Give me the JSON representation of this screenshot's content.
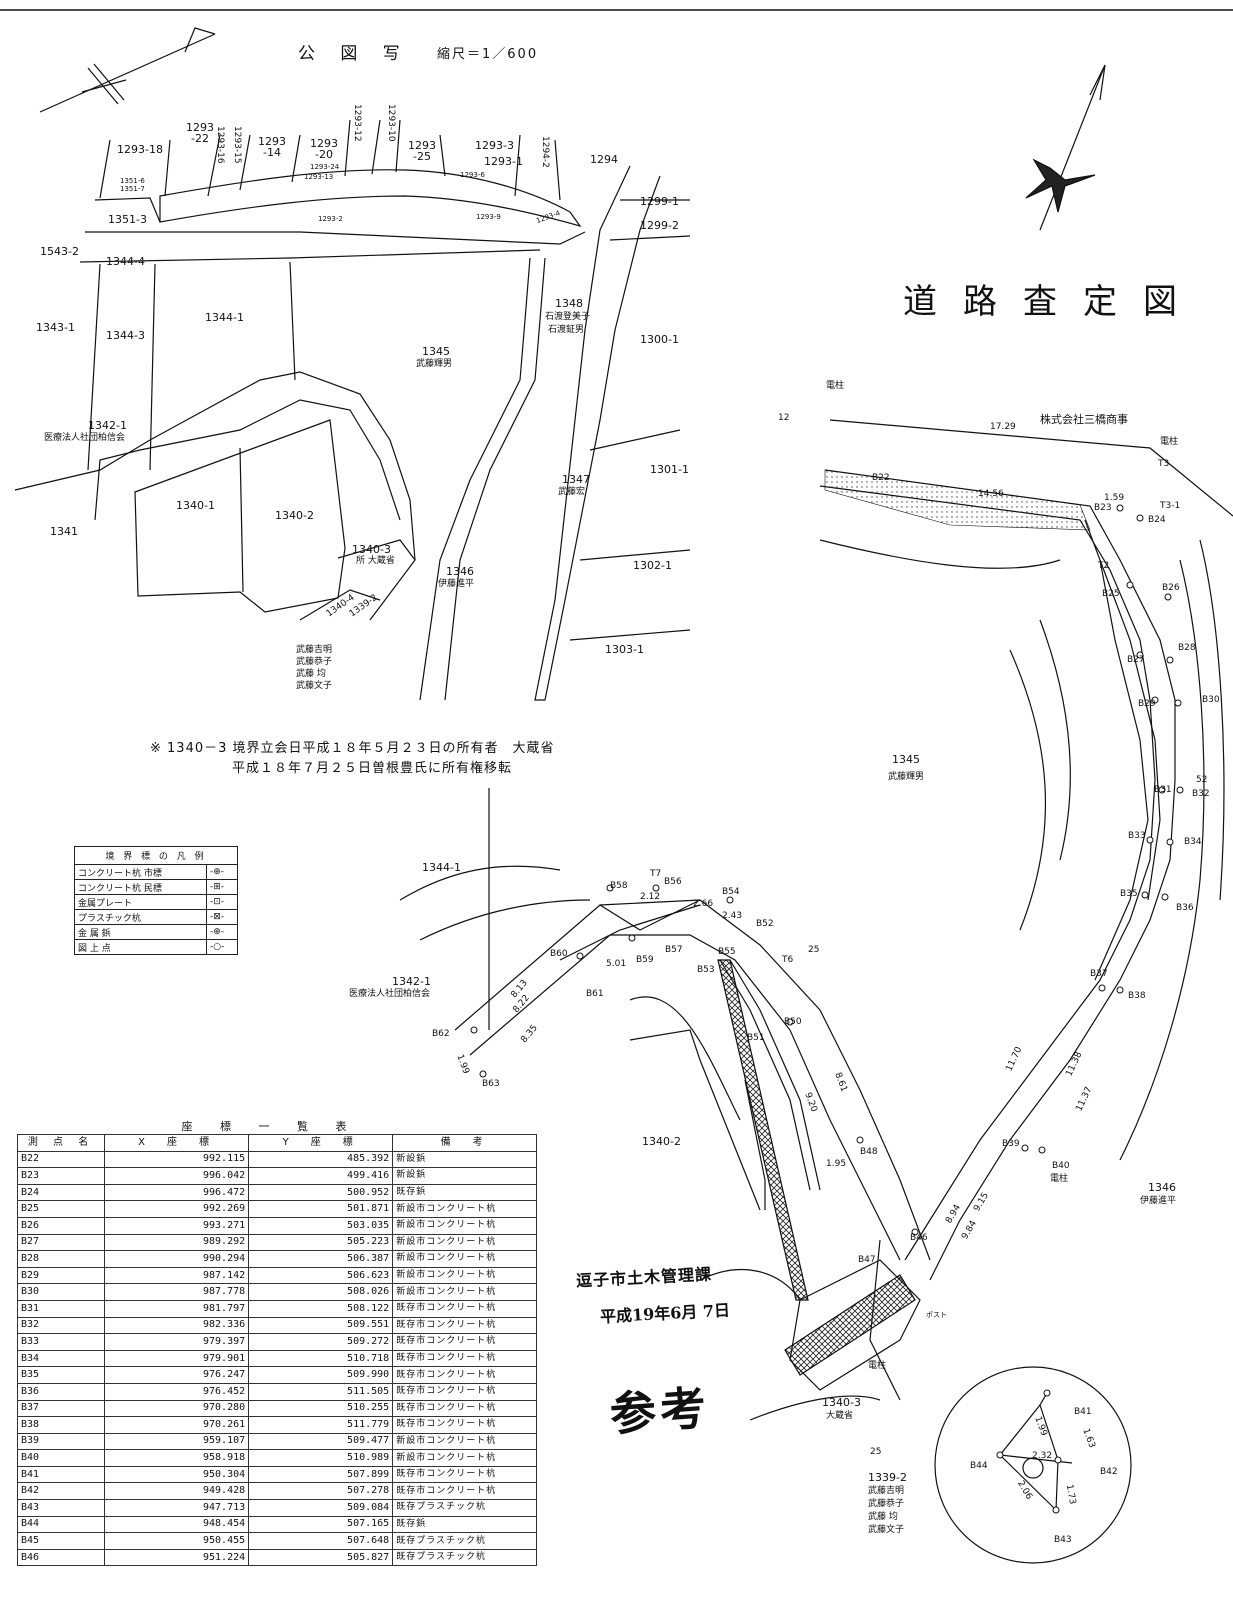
{
  "cadastral_title": "公 図 写",
  "cadastral_scale": "縮尺＝1／600",
  "road_title": "道路査定図",
  "note_line1": "※ 1340－3 境界立会日平成１８年５月２３日の所有者　大蔵省",
  "note_line2": "平成１８年７月２５日曽根豊氏に所有権移転",
  "cadastral_labels": [
    {
      "text": "1293-18"
    },
    {
      "text": "1293\n-22"
    },
    {
      "text": "1293-16"
    },
    {
      "text": "1293-15"
    },
    {
      "text": "1293\n-14"
    },
    {
      "text": "1293\n-20"
    },
    {
      "text": "1293-12"
    },
    {
      "text": "1293-10"
    },
    {
      "text": "1293\n-25"
    },
    {
      "text": "1293-3"
    },
    {
      "text": "1293-1"
    },
    {
      "text": "1294-2"
    },
    {
      "text": "1294"
    },
    {
      "text": "1299-1"
    },
    {
      "text": "1299-2"
    },
    {
      "text": "1351-3"
    },
    {
      "text": "1543-2"
    },
    {
      "text": "1344-4"
    },
    {
      "text": "1344-1"
    },
    {
      "text": "1343-1"
    },
    {
      "text": "1344-3"
    },
    {
      "text": "1348"
    },
    {
      "text": "石渡登美子"
    },
    {
      "text": "石渡鉦男"
    },
    {
      "text": "1300-1"
    },
    {
      "text": "1345"
    },
    {
      "text": "武藤輝男"
    },
    {
      "text": "1342-1"
    },
    {
      "text": "医療法人社団柏信会"
    },
    {
      "text": "1347"
    },
    {
      "text": "武藤宏"
    },
    {
      "text": "1301-1"
    },
    {
      "text": "1340-1"
    },
    {
      "text": "1340-2"
    },
    {
      "text": "1341"
    },
    {
      "text": "1340-3"
    },
    {
      "text": "所 大蔵省"
    },
    {
      "text": "1346"
    },
    {
      "text": "伊藤進平"
    },
    {
      "text": "1302-1"
    },
    {
      "text": "1340-4"
    },
    {
      "text": "1339-2"
    },
    {
      "text": "武藤吉明"
    },
    {
      "text": "武藤恭子"
    },
    {
      "text": "武藤 均"
    },
    {
      "text": "武藤文子"
    },
    {
      "text": "1303-1"
    },
    {
      "text": "1351-6"
    },
    {
      "text": "1351-7"
    },
    {
      "text": "1293-24"
    },
    {
      "text": "1293-13"
    },
    {
      "text": "1293-2"
    },
    {
      "text": "1293-9"
    },
    {
      "text": "1293-6"
    },
    {
      "text": "1293-4"
    }
  ],
  "survey_labels": [
    {
      "text": "電柱"
    },
    {
      "text": "株式会社三橋商事"
    },
    {
      "text": "17.29"
    },
    {
      "text": "電柱"
    },
    {
      "text": "T3"
    },
    {
      "text": "T3-1"
    },
    {
      "text": "B22"
    },
    {
      "text": "14.56"
    },
    {
      "text": "B23"
    },
    {
      "text": "B24"
    },
    {
      "text": "1.59"
    },
    {
      "text": "T2"
    },
    {
      "text": "12"
    },
    {
      "text": "B25"
    },
    {
      "text": "B26"
    },
    {
      "text": "B27"
    },
    {
      "text": "B28"
    },
    {
      "text": "B29"
    },
    {
      "text": "B30"
    },
    {
      "text": "1345"
    },
    {
      "text": "武藤輝男"
    },
    {
      "text": "B31"
    },
    {
      "text": "B32"
    },
    {
      "text": "52"
    },
    {
      "text": "B33"
    },
    {
      "text": "B34"
    },
    {
      "text": "B35"
    },
    {
      "text": "B36"
    },
    {
      "text": "B37"
    },
    {
      "text": "B38"
    },
    {
      "text": "1344-1"
    },
    {
      "text": "B58"
    },
    {
      "text": "T7"
    },
    {
      "text": "B56"
    },
    {
      "text": "B54"
    },
    {
      "text": "B52"
    },
    {
      "text": "2.12"
    },
    {
      "text": "2.66"
    },
    {
      "text": "2.43"
    },
    {
      "text": "T6"
    },
    {
      "text": "B60"
    },
    {
      "text": "B59"
    },
    {
      "text": "B57"
    },
    {
      "text": "B55"
    },
    {
      "text": "B53"
    },
    {
      "text": "B61"
    },
    {
      "text": "5.01"
    },
    {
      "text": "1342-1"
    },
    {
      "text": "医療法人社団柏信会"
    },
    {
      "text": "B62"
    },
    {
      "text": "B63"
    },
    {
      "text": "8.13"
    },
    {
      "text": "8.22"
    },
    {
      "text": "8.35"
    },
    {
      "text": "1.99"
    },
    {
      "text": "B50"
    },
    {
      "text": "B51"
    },
    {
      "text": "8.61"
    },
    {
      "text": "9.20"
    },
    {
      "text": "11.70"
    },
    {
      "text": "11.38"
    },
    {
      "text": "11.37"
    },
    {
      "text": "1340-2"
    },
    {
      "text": "B39"
    },
    {
      "text": "B40"
    },
    {
      "text": "電柱"
    },
    {
      "text": "1346"
    },
    {
      "text": "伊藤進平"
    },
    {
      "text": "B48"
    },
    {
      "text": "1.95"
    },
    {
      "text": "B46"
    },
    {
      "text": "B47"
    },
    {
      "text": "9.84"
    },
    {
      "text": "9.15"
    },
    {
      "text": "8.94"
    },
    {
      "text": "1340-3"
    },
    {
      "text": "大蔵省"
    },
    {
      "text": "1339-2"
    },
    {
      "text": "武藤吉明"
    },
    {
      "text": "武藤恭子"
    },
    {
      "text": "武藤 均"
    },
    {
      "text": "武藤文子"
    },
    {
      "text": "B41"
    },
    {
      "text": "B42"
    },
    {
      "text": "B43"
    },
    {
      "text": "B44"
    },
    {
      "text": "1.99"
    },
    {
      "text": "1.63"
    },
    {
      "text": "2.32"
    },
    {
      "text": "2.06"
    },
    {
      "text": "1.73"
    },
    {
      "text": "25"
    },
    {
      "text": "25"
    },
    {
      "text": "ポスト"
    },
    {
      "text": "電柱"
    }
  ],
  "legend": {
    "title": "境 界 標 の 凡 例",
    "rows": [
      {
        "label": "コンクリート杭 市標",
        "symbol": "-⊕-"
      },
      {
        "label": "コンクリート杭 民標",
        "symbol": "-⊞-"
      },
      {
        "label": "金属プレート",
        "symbol": "-⊡-"
      },
      {
        "label": "プラスチック杭",
        "symbol": "-⊠-"
      },
      {
        "label": "金 属 鋲",
        "symbol": "-⊕-"
      },
      {
        "label": "図 上 点",
        "symbol": "-○-"
      }
    ]
  },
  "coord_table": {
    "caption": "座 標 一 覧 表",
    "headers": [
      "測 点 名",
      "X　座　標",
      "Y　座　標",
      "備　考"
    ],
    "rows": [
      [
        "B22",
        "992.115",
        "485.392",
        "新設鋲"
      ],
      [
        "B23",
        "996.042",
        "499.416",
        "新設鋲"
      ],
      [
        "B24",
        "996.472",
        "500.952",
        "既存鋲"
      ],
      [
        "B25",
        "992.269",
        "501.871",
        "新設市コンクリート杭"
      ],
      [
        "B26",
        "993.271",
        "503.035",
        "新設市コンクリート杭"
      ],
      [
        "B27",
        "989.292",
        "505.223",
        "新設市コンクリート杭"
      ],
      [
        "B28",
        "990.294",
        "506.387",
        "新設市コンクリート杭"
      ],
      [
        "B29",
        "987.142",
        "506.623",
        "新設市コンクリート杭"
      ],
      [
        "B30",
        "987.778",
        "508.026",
        "新設市コンクリート杭"
      ],
      [
        "B31",
        "981.797",
        "508.122",
        "既存市コンクリート杭"
      ],
      [
        "B32",
        "982.336",
        "509.551",
        "既存市コンクリート杭"
      ],
      [
        "B33",
        "979.397",
        "509.272",
        "既存市コンクリート杭"
      ],
      [
        "B34",
        "979.901",
        "510.718",
        "既存市コンクリート杭"
      ],
      [
        "B35",
        "976.247",
        "509.990",
        "既存市コンクリート杭"
      ],
      [
        "B36",
        "976.452",
        "511.505",
        "既存市コンクリート杭"
      ],
      [
        "B37",
        "970.280",
        "510.255",
        "既存市コンクリート杭"
      ],
      [
        "B38",
        "970.261",
        "511.779",
        "既存市コンクリート杭"
      ],
      [
        "B39",
        "959.107",
        "509.477",
        "新設市コンクリート杭"
      ],
      [
        "B40",
        "958.918",
        "510.989",
        "新設市コンクリート杭"
      ],
      [
        "B41",
        "950.304",
        "507.899",
        "既存市コンクリート杭"
      ],
      [
        "B42",
        "949.428",
        "507.278",
        "既存市コンクリート杭"
      ],
      [
        "B43",
        "947.713",
        "509.084",
        "既存プラスチック杭"
      ],
      [
        "B44",
        "948.454",
        "507.165",
        "既存鋲"
      ],
      [
        "B45",
        "950.455",
        "507.648",
        "既存プラスチック杭"
      ],
      [
        "B46",
        "951.224",
        "505.827",
        "既存プラスチック杭"
      ]
    ]
  },
  "stamp": {
    "office": "逗子市土木管理課",
    "date": "平成19年6月 7日",
    "mark": "参考"
  }
}
